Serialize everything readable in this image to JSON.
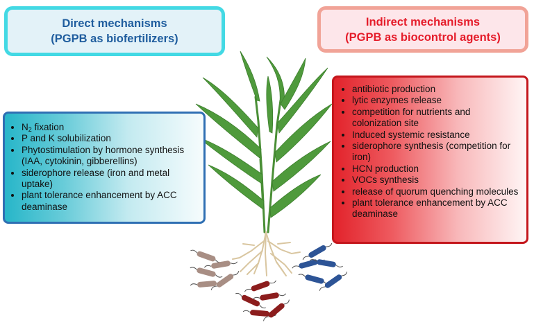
{
  "direct": {
    "title_line1": "Direct mechanisms",
    "title_line2": "(PGPB as biofertilizers)",
    "items": {
      "n2_prefix": "N",
      "n2_sub": "2",
      "n2_suffix": " fixation",
      "pk": "P and K solubilization",
      "phyto": "Phytostimulation by hormone synthesis (IAA, cytokinin, gibberellins)",
      "siderophore": "siderophore release (iron and metal uptake)",
      "tolerance": "plant tolerance enhancement by ACC deaminase"
    }
  },
  "indirect": {
    "title_line1": "Indirect mechanisms",
    "title_line2": "(PGPB as biocontrol agents)",
    "items": [
      "antibiotic production",
      "lytic enzymes release",
      "competition for nutrients and colonization site",
      "Induced systemic resistance",
      "siderophore synthesis (competition for iron)",
      "HCN production",
      "VOCs synthesis",
      "release of quorum quenching molecules",
      "plant tolerance enhancement by ACC deaminase"
    ]
  },
  "colors": {
    "direct_accent": "#43d9e4",
    "direct_title_text": "#1f5d9e",
    "indirect_accent": "#f1a397",
    "indirect_title_text": "#e51c2a",
    "plant_leaf": "#4f9a3c",
    "roots": "#d9c6a0",
    "bacteria_taupe": "#a88e84",
    "bacteria_blue": "#2d5496",
    "bacteria_red": "#8c1d1d"
  }
}
